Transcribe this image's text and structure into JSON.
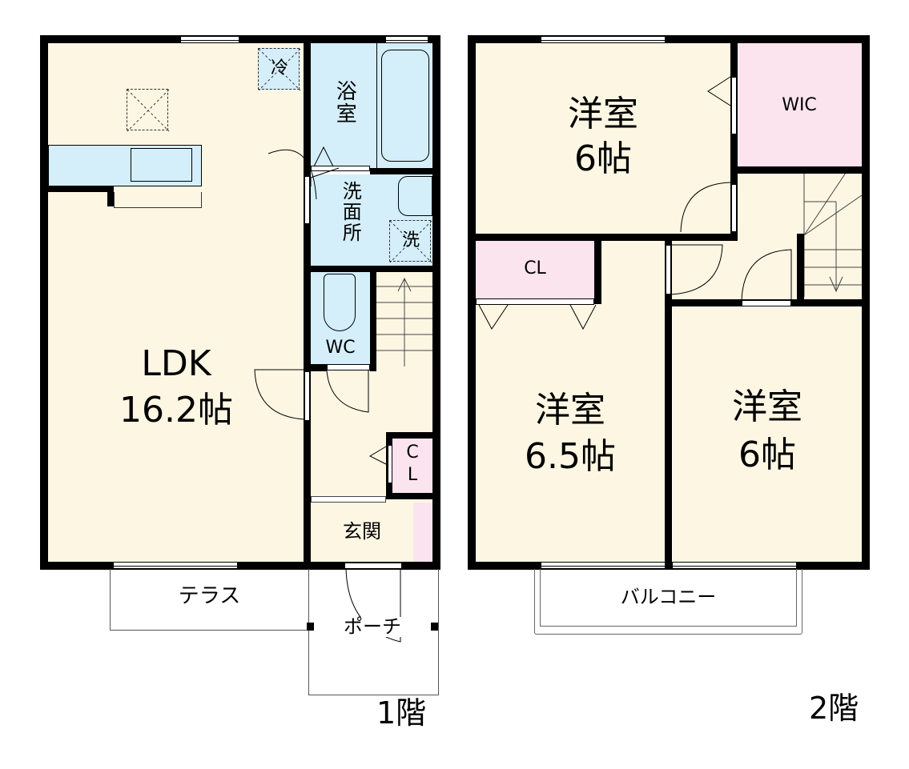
{
  "floor1": {
    "label": "1階",
    "rooms": {
      "ldk": {
        "name": "LDK",
        "size": "16.2帖"
      },
      "refrigerator": "冷",
      "bath": "浴室",
      "washroom": "洗面所",
      "washer": "洗",
      "wc": "WC",
      "closet": "C\nL",
      "entrance": "玄関",
      "terrace": "テラス",
      "porch": "ポーチ"
    }
  },
  "floor2": {
    "label": "2階",
    "rooms": {
      "western_north": {
        "name": "洋室",
        "size": "6帖"
      },
      "wic": "WIC",
      "closet": "CL",
      "western_sw": {
        "name": "洋室",
        "size": "6.5帖"
      },
      "western_se": {
        "name": "洋室",
        "size": "6帖"
      },
      "balcony": "バルコニー"
    }
  },
  "colors": {
    "living": "#fdf6e3",
    "wet": "#d4eefa",
    "storage": "#fbe4ee",
    "wall": "#000000"
  }
}
